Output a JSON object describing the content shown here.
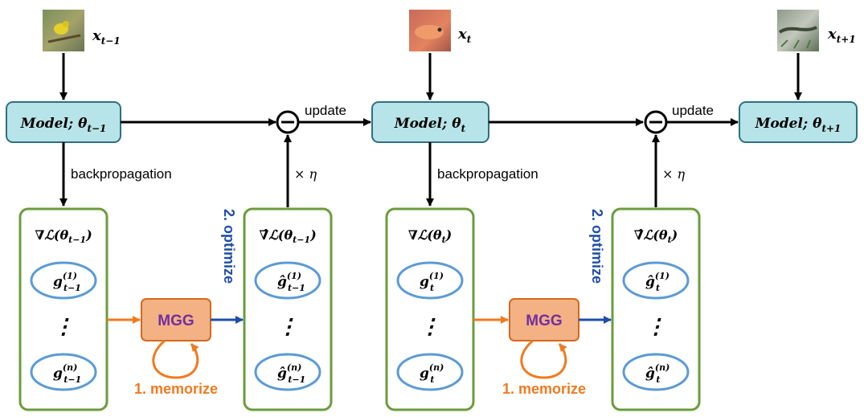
{
  "colors": {
    "model_fill": "#b7e4e8",
    "model_stroke": "#2f6f85",
    "panel_stroke": "#6a9c3a",
    "ellipse_stroke": "#5b9bd5",
    "mgg_fill": "#f4b183",
    "mgg_stroke": "#d2691e",
    "mgg_text": "#7030a0",
    "orange": "#f07a1f",
    "blue": "#1f4ea8",
    "black": "#000000"
  },
  "inputs": [
    {
      "label": "x",
      "sub": "t−1",
      "image": "bird-image"
    },
    {
      "label": "x",
      "sub": "t",
      "image": "fish-image"
    },
    {
      "label": "x",
      "sub": "t+1",
      "image": "lizard-image"
    }
  ],
  "models": [
    {
      "label": "Model; θ",
      "sub": "t−1"
    },
    {
      "label": "Model; θ",
      "sub": "t"
    },
    {
      "label": "Model; θ",
      "sub": "t+1"
    }
  ],
  "edges": {
    "update": "update",
    "backprop": "backpropagation",
    "times_eta": "× η",
    "memorize": "1. memorize",
    "optimize": "2. optimize"
  },
  "grad_panels": [
    {
      "title": "∇ℒ(θ",
      "sub": "t−1",
      "close": ")",
      "g_sub": "t−1",
      "g_top_sup": "(1)",
      "g_bot_sup": "(n)"
    },
    {
      "title": "∇ℒ(θ",
      "sub": "t",
      "close": ")",
      "g_sub": "t",
      "g_top_sup": "(1)",
      "g_bot_sup": "(n)"
    }
  ],
  "hat_panels": [
    {
      "title": "∇̂ℒ(θ",
      "sub": "t−1",
      "close": ")",
      "g_sub": "t−1",
      "g_top_sup": "(1)",
      "g_bot_sup": "(n)"
    },
    {
      "title": "∇̂ℒ(θ",
      "sub": "t",
      "close": ")",
      "g_sub": "t",
      "g_top_sup": "(1)",
      "g_bot_sup": "(n)"
    }
  ],
  "mgg": [
    "MGG",
    "MGG"
  ],
  "minus_symbol": "−",
  "dots": "⋮"
}
